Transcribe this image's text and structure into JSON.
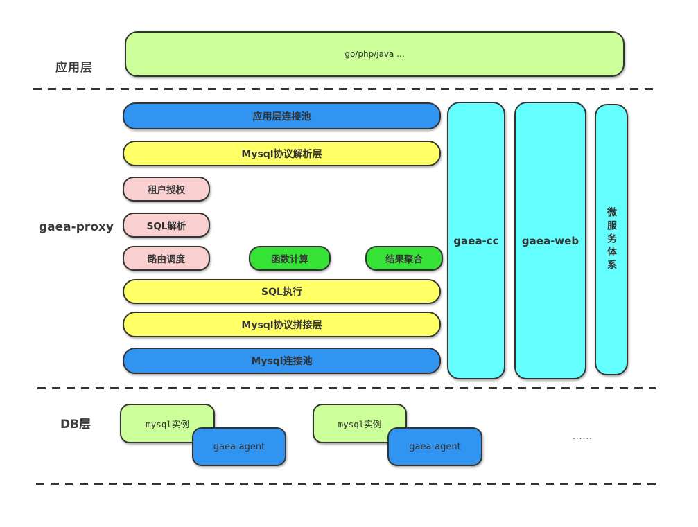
{
  "colors": {
    "light_green": "#ccff99",
    "blue": "#3094f0",
    "yellow": "#ffff66",
    "pink": "#f9cfcf",
    "bright_green": "#35e235",
    "cyan": "#66ffff",
    "line": "#333333"
  },
  "app": {
    "label": "应用层",
    "box_label": "go/php/java ..."
  },
  "proxy": {
    "label": "gaea-proxy",
    "pool_top": "应用层连接池",
    "parse_layer": "Mysql协议解析层",
    "tenant_auth": "租户授权",
    "sql_parse": "SQL解析",
    "route": "路由调度",
    "func_calc": "函数计算",
    "result_agg": "结果聚合",
    "sql_exec": "SQL执行",
    "splice_layer": "Mysql协议拼接层",
    "pool_bottom": "Mysql连接池",
    "cc": "gaea-cc",
    "web": "gaea-web",
    "microservice": "微服务体系"
  },
  "db": {
    "label": "DB层",
    "instance1": "mysql实例",
    "agent1": "gaea-agent",
    "instance2": "mysql实例",
    "agent2": "gaea-agent",
    "ellipsis": "......"
  }
}
